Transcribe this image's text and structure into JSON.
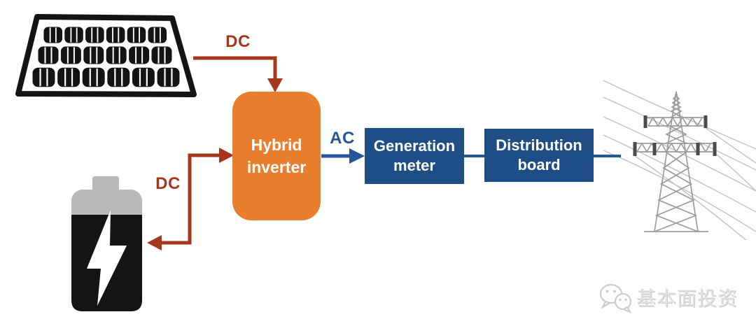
{
  "diagram": {
    "flow_labels": {
      "solar_dc": "DC",
      "battery_dc": "DC",
      "ac": "AC"
    },
    "nodes": {
      "inverter": {
        "line1": "Hybrid",
        "line2": "inverter"
      },
      "generation_meter": {
        "line1": "Generation",
        "line2": "meter"
      },
      "distribution_board": {
        "line1": "Distribution",
        "line2": "board"
      }
    },
    "icons": {
      "source": "solar-panel-icon",
      "storage": "battery-icon",
      "grid": "transmission-tower-icon"
    },
    "colors": {
      "dc_flow": "#A5371F",
      "ac_flow": "#27549B",
      "box_blue": "#1F4E87",
      "inverter_orange": "#E87E2E",
      "battery_gray": "#B9B9B9",
      "icon_black": "#141414",
      "tower_gray": "#9B9B9B"
    }
  },
  "watermark": {
    "icon": "wechat-icon",
    "text": "基本面投资"
  }
}
